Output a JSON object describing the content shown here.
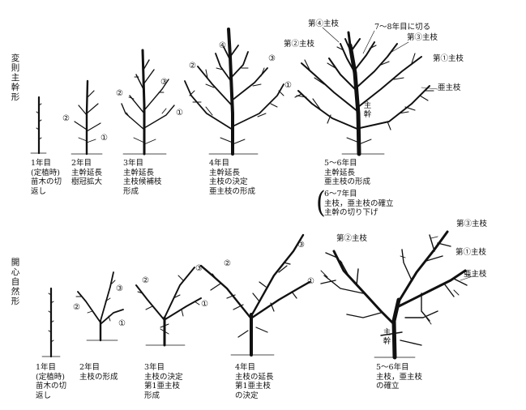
{
  "rows": [
    {
      "label": "変則主幹形",
      "stages": [
        {
          "caption": "1年目\n(定植時)\n苗木の切\n返し"
        },
        {
          "caption": "2年目\n主幹延長\n樹冠拡大"
        },
        {
          "caption": "3年目\n主幹延長\n主枝候補枝\n形成"
        },
        {
          "caption": "4年目\n主幹延長\n主枝の決定\n亜主枝の形成"
        },
        {
          "caption": "5〜6年目\n主幹延長\n亜主枝の形成",
          "sub_caption": "6〜7年目\n主枝，亜主枝の確立\n主幹の切り下げ"
        }
      ],
      "labels": {
        "branch4": "第④主枝",
        "cut_note": "7〜8年目に切る",
        "branch2": "第②主枝",
        "branch3": "第③主枝",
        "branch1": "第①主枝",
        "sub_branch": "亜主枝",
        "trunk": "主幹"
      }
    },
    {
      "label": "開心自然形",
      "stages": [
        {
          "caption": "1年目\n(定植時)\n苗木の切\n返し"
        },
        {
          "caption": "2年目\n主枝の形成"
        },
        {
          "caption": "3年目\n主枝の決定\n第1亜主枝\n形成"
        },
        {
          "caption": "4年目\n主枝の延長\n第1亜主枝\nの決定"
        },
        {
          "caption": "5〜6年目\n主枝，亜主枝\nの確立"
        }
      ],
      "labels": {
        "branch3": "第③主枝",
        "branch2": "第②主枝",
        "branch1": "第①主枝",
        "sub_branch": "亜主枝",
        "trunk": "主幹"
      }
    }
  ],
  "markers": {
    "one": "①",
    "two": "②",
    "three": "③",
    "four": "④"
  }
}
